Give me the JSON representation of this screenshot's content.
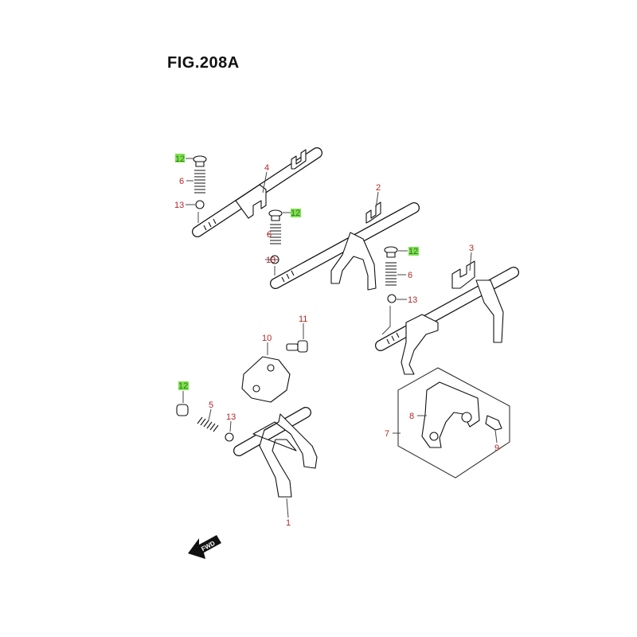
{
  "title": "FIG.208A",
  "colors": {
    "label": "#b3262a",
    "highlight": "#7fe04f"
  },
  "callouts": {
    "p12a": "12",
    "p4": "4",
    "p6a": "6",
    "p13a": "13",
    "p12b": "12",
    "p6b": "6",
    "p13b": "13",
    "p2": "2",
    "p12c": "12",
    "p3": "3",
    "p6c": "6",
    "p13c": "13",
    "p11": "11",
    "p10": "10",
    "p12d": "12",
    "p5": "5",
    "p13d": "13",
    "p1": "1",
    "p8": "8",
    "p7": "7",
    "p9": "9"
  },
  "fwd_badge": "FWD"
}
